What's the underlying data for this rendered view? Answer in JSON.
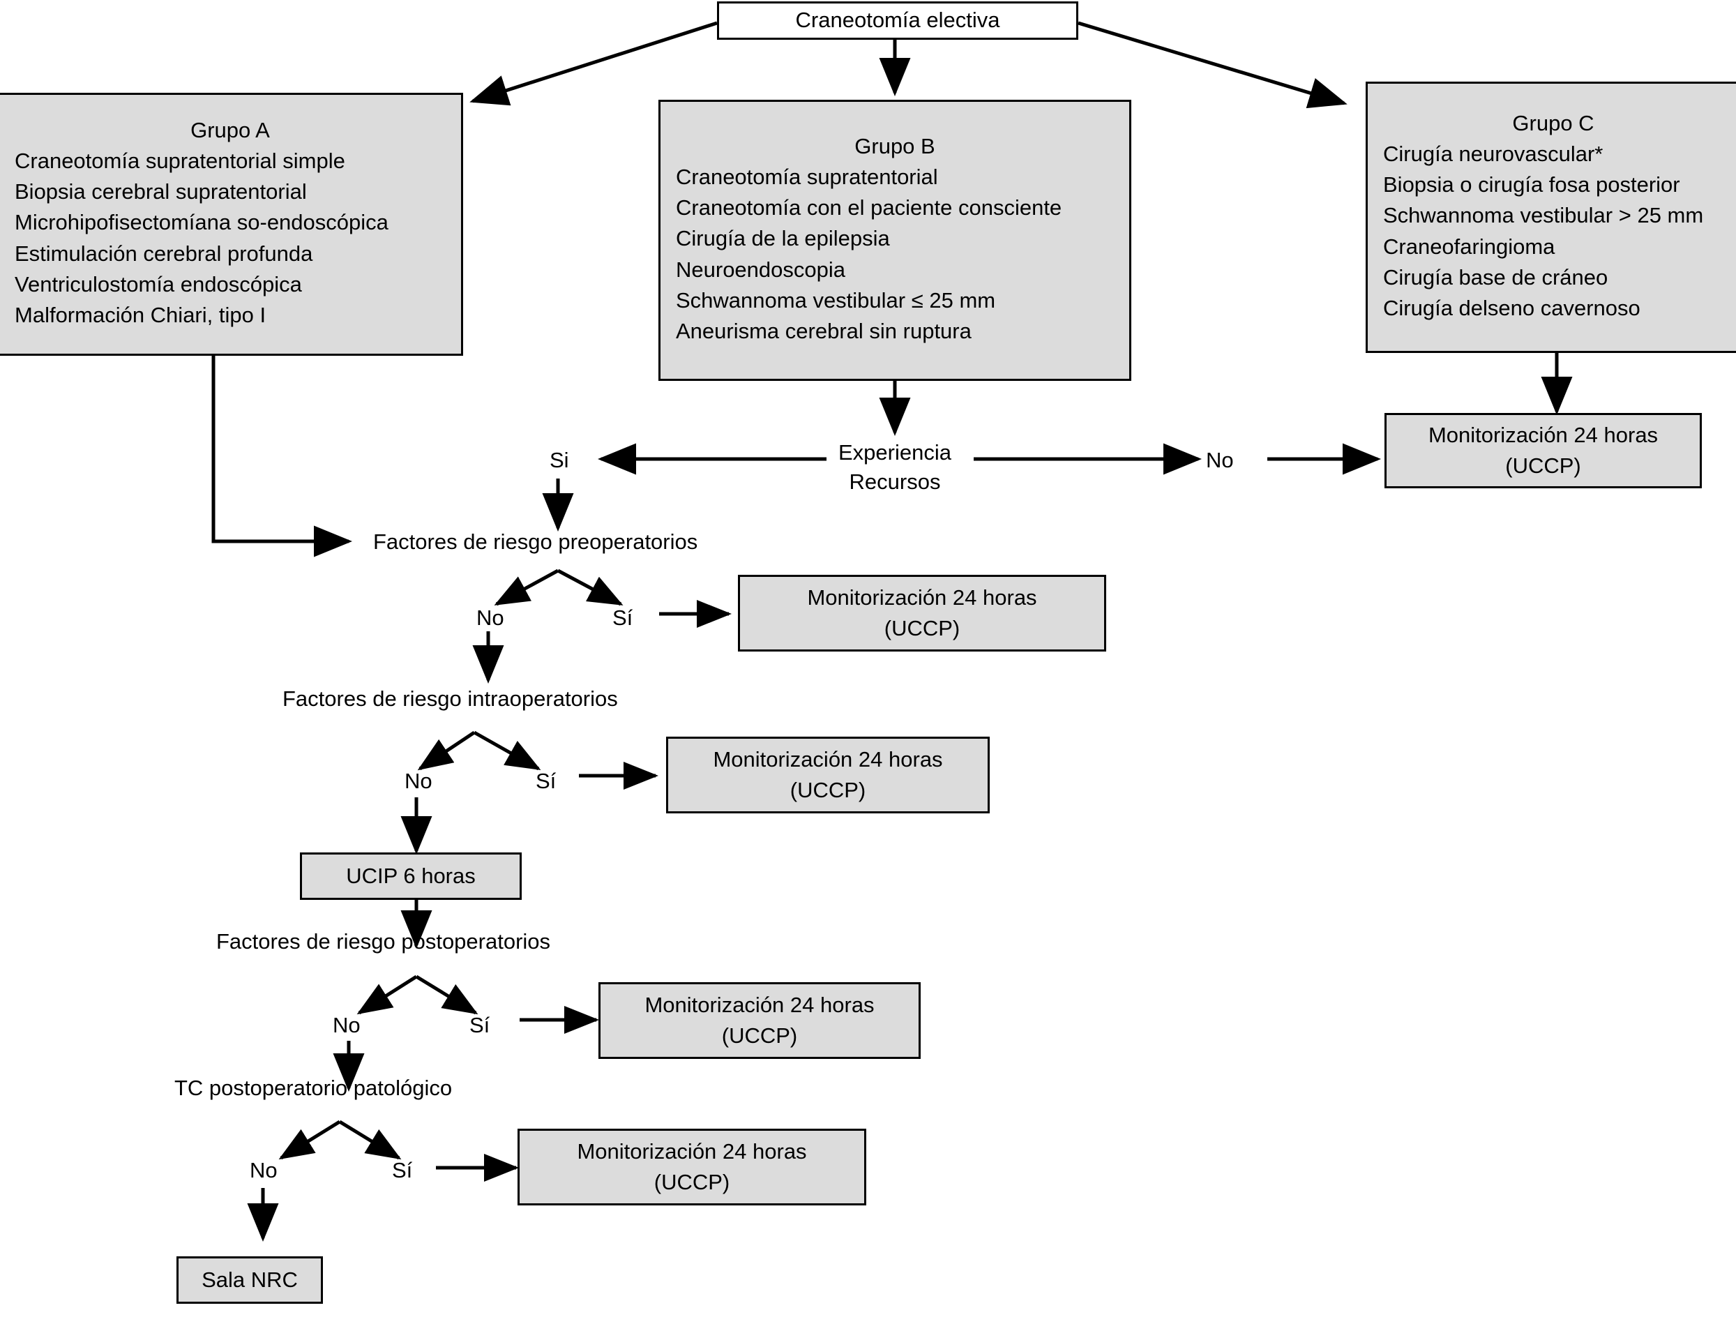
{
  "diagram": {
    "title_node": "Craneotomía electiva",
    "groups": [
      {
        "id": "grupo-a",
        "heading": "Grupo A",
        "items": [
          "Craneotomía supratentorial simple",
          "Biopsia cerebral supratentorial",
          "Microhipofisectomíana so-endoscópica",
          "Estimulación cerebral profunda",
          "Ventriculostomía endoscópica",
          "Malformación Chiari, tipo I"
        ]
      },
      {
        "id": "grupo-b",
        "heading": "Grupo B",
        "items": [
          "Craneotomía supratentorial",
          "Craneotomía con el paciente consciente",
          "Cirugía de la epilepsia",
          "Neuroendoscopia",
          "Schwannoma vestibular ≤ 25 mm",
          "Aneurisma cerebral sin ruptura"
        ]
      },
      {
        "id": "grupo-c",
        "heading": "Grupo C",
        "items": [
          "Cirugía neurovascular*",
          "Biopsia o cirugía fosa posterior",
          "Schwannoma vestibular > 25 mm",
          "Craneofaringioma",
          "Cirugía base de cráneo",
          "Cirugía delseno cavernoso"
        ]
      }
    ],
    "decision_experiencia": {
      "line1": "Experiencia",
      "line2": "Recursos",
      "left_label": "Si",
      "right_label": "No"
    },
    "decisions": [
      {
        "id": "preoperatorios",
        "text": "Factores de riesgo preoperatorios",
        "no_label": "No",
        "si_label": "Sí"
      },
      {
        "id": "intraoperatorios",
        "text": "Factores de riesgo intraoperatorios",
        "no_label": "No",
        "si_label": "Sí"
      },
      {
        "id": "postoperatorios",
        "text": "Factores de riesgo postoperatorios",
        "no_label": "No",
        "si_label": "Sí"
      },
      {
        "id": "tc-postoperatorio",
        "text": "TC postoperatorio patológico",
        "no_label": "No",
        "si_label": "Sí"
      }
    ],
    "monitor_boxes": [
      {
        "id": "monitor-grupo-c",
        "line1": "Monitorización 24 horas",
        "line2": "(UCCP)"
      },
      {
        "id": "monitor-preoperatorios",
        "line1": "Monitorización 24 horas",
        "line2": "(UCCP)"
      },
      {
        "id": "monitor-intraoperatorios",
        "line1": "Monitorización 24 horas",
        "line2": "(UCCP)"
      },
      {
        "id": "monitor-postoperatorios",
        "line1": "Monitorización 24 horas",
        "line2": "(UCCP)"
      },
      {
        "id": "monitor-tc",
        "line1": "Monitorización 24 horas",
        "line2": "(UCCP)"
      }
    ],
    "ucip_box": "UCIP 6 horas",
    "sala_box": "Sala NRC",
    "colors": {
      "node_fill": "#dcdcdc",
      "node_stroke": "#000000",
      "root_fill": "#ffffff",
      "background": "#ffffff"
    }
  }
}
